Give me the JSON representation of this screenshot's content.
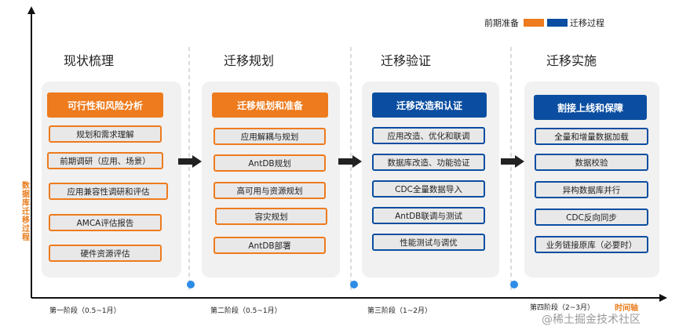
{
  "legend": {
    "prep_label": "前期准备",
    "migration_label": "迁移过程",
    "prep_color": "#ee7b1d",
    "migration_color": "#0b4ea1"
  },
  "axes": {
    "y_label": "数据库迁移过程",
    "x_label": "时间轴"
  },
  "stages": [
    {
      "title": "现状梳理",
      "header": "可行性和风险分析",
      "items": [
        "规划和需求理解",
        "前期调研（应用、场景）",
        "应用兼容性调研和评估",
        "AMCA评估报告",
        "硬件资源评估"
      ]
    },
    {
      "title": "迁移规划",
      "header": "迁移规划和准备",
      "items": [
        "应用解耦与规划",
        "AntDB规划",
        "高可用与资源规划",
        "容灾规划",
        "AntDB部署"
      ]
    },
    {
      "title": "迁移验证",
      "header": "迁移改造和认证",
      "items": [
        "应用改造、优化和联调",
        "数据库改造、功能验证",
        "CDC全量数据导入",
        "AntDB联调与测试",
        "性能测试与调优"
      ]
    },
    {
      "title": "迁移实施",
      "header": "割接上线和保障",
      "items": [
        "全量和增量数据加载",
        "数据校验",
        "异构数据库并行",
        "CDC反向同步",
        "业务链接原库（必要时）"
      ]
    }
  ],
  "phases": [
    "第一阶段（0.5~1月）",
    "第二阶段（0.5~1月）",
    "第三阶段（1~2月）",
    "第四阶段（2~3月）"
  ],
  "watermark": "@稀土掘金技术社区",
  "colors": {
    "orange": "#ee7b1d",
    "blue": "#0b4ea1",
    "panel": "#f1f1f1",
    "dot": "#2c8ce6"
  }
}
